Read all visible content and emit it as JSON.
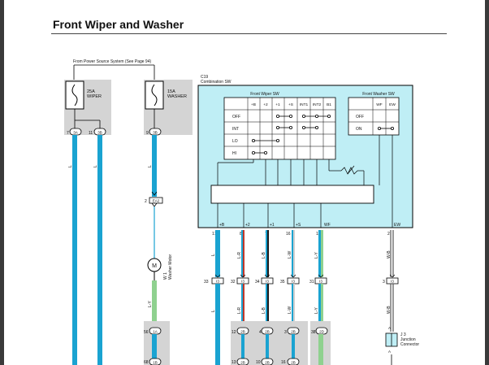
{
  "title": "Front Wiper and Washer",
  "power_source_note": "From Power Source System (See Page 94)",
  "fuses": [
    {
      "amp": "25A",
      "name": "WIPER"
    },
    {
      "amp": "15A",
      "name": "WASHER"
    }
  ],
  "component": {
    "id": "C19",
    "name": "Combination SW"
  },
  "wiper_switch": {
    "title": "Front Wiper SW",
    "columns": [
      "+B",
      "+2",
      "+1",
      "+S",
      "INT1",
      "INT2",
      "B1"
    ],
    "rows": [
      "OFF",
      "INT",
      "LO",
      "HI"
    ]
  },
  "washer_switch": {
    "title": "Front Washer SW",
    "columns": [
      "WF",
      "EW"
    ],
    "rows": [
      "OFF",
      "ON"
    ]
  },
  "terminals": [
    {
      "label": "+B",
      "pin": "17",
      "wire": "L",
      "connector": "I3",
      "pin2": "33"
    },
    {
      "label": "+2",
      "pin": "8",
      "wire": "L-R",
      "connector": "I3",
      "pin2": "32"
    },
    {
      "label": "+1",
      "pin": "7",
      "wire": "L-B",
      "connector": "I3",
      "pin2": "34"
    },
    {
      "label": "+S",
      "pin": "16",
      "wire": "L-W",
      "connector": "I3",
      "pin2": "35"
    },
    {
      "label": "WF",
      "pin": "11",
      "wire": "L-Y",
      "connector": "I3",
      "pin2": "31"
    },
    {
      "label": "EW",
      "pin": "2",
      "wire": "W-B",
      "connector": "I3",
      "pin2": "3"
    }
  ],
  "lower_wires": [
    "L",
    "L-R",
    "L-B",
    "L-W",
    "L-Y",
    "W-B"
  ],
  "lower_pins": [
    {
      "pin": "12",
      "conn": "2B"
    },
    {
      "pin": "4",
      "conn": "2B"
    },
    {
      "pin": "3",
      "conn": "2B"
    },
    {
      "pin": "38",
      "conn": "2D"
    }
  ],
  "bottom_pins": [
    {
      "pin": "13",
      "conn": "2B"
    },
    {
      "pin": "10",
      "conn": "2B"
    },
    {
      "pin": "16",
      "conn": "2B"
    }
  ],
  "fuse_pins": [
    {
      "pin": "7",
      "conn": "3A"
    },
    {
      "pin": "11",
      "conn": "3B"
    },
    {
      "pin": "9",
      "conn": "3B"
    }
  ],
  "ea2": {
    "pin": "2",
    "conn": "EA2"
  },
  "washer_motor": {
    "id": "W 1",
    "name": "Washer Motor",
    "symbol": "M"
  },
  "left_wires": [
    "L",
    "L",
    "L"
  ],
  "washer_wire_upper": "L",
  "washer_wire_lower": "L-Y",
  "washer_lower_pins": [
    {
      "pin": "56",
      "conn": "1A"
    },
    {
      "pin": "68",
      "conn": "1B"
    }
  ],
  "junction": {
    "id": "J 3",
    "name1": "Junction",
    "name2": "Connector",
    "a_label": "A"
  },
  "colors": {
    "wire_blue": "#1aa3d1",
    "wire_green": "#8fd18f",
    "panel_blue": "#bfeef5",
    "panel_grey": "#d4d4d4"
  }
}
